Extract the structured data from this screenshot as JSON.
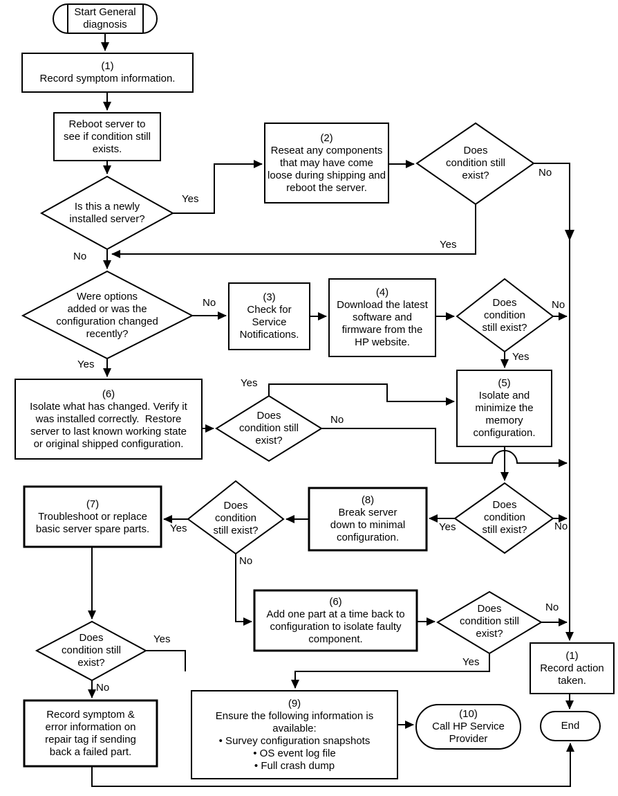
{
  "labels": {
    "yes": "Yes",
    "no": "No"
  },
  "nodes": {
    "start": {
      "lines": [
        "Start General",
        "diagnosis"
      ]
    },
    "record_symptom": {
      "lines": [
        "(1)",
        "Record symptom information."
      ]
    },
    "reboot": {
      "lines": [
        "Reboot server to",
        "see if condition still",
        "exists."
      ]
    },
    "d_new_server": {
      "lines": [
        "Is this a newly",
        "installed server?"
      ]
    },
    "reseat": {
      "lines": [
        "(2)",
        "Reseat any components",
        "that may have come",
        "loose during shipping and",
        "reboot the server."
      ]
    },
    "d_cond1": {
      "lines": [
        "Does",
        "condition still",
        "exist?"
      ]
    },
    "d_options": {
      "lines": [
        "Were options",
        "added or was the",
        "configuration changed",
        "recently?"
      ]
    },
    "check_service": {
      "lines": [
        "(3)",
        "Check for",
        "Service",
        "Notifications."
      ]
    },
    "download": {
      "lines": [
        "(4)",
        "Download the latest",
        "software and",
        "firmware from the",
        "HP website."
      ]
    },
    "d_cond2": {
      "lines": [
        "Does",
        "condition",
        "still exist?"
      ]
    },
    "isolate_memory": {
      "lines": [
        "(5)",
        "Isolate and",
        "minimize the",
        "memory",
        "configuration."
      ]
    },
    "isolate_changed": {
      "lines": [
        "(6)",
        "Isolate what has changed. Verify it",
        "was installed correctly.  Restore",
        "server to last known working state",
        "or original shipped configuration."
      ]
    },
    "d_cond3": {
      "lines": [
        "Does",
        "condition still",
        "exist?"
      ]
    },
    "troubleshoot": {
      "lines": [
        "(7)",
        "Troubleshoot or replace",
        "basic server spare parts."
      ]
    },
    "d_cond4": {
      "lines": [
        "Does",
        "condition",
        "still exist?"
      ]
    },
    "break_server": {
      "lines": [
        "(8)",
        "Break server",
        "down to minimal",
        "configuration."
      ]
    },
    "d_cond5": {
      "lines": [
        "Does",
        "condition",
        "still exist?"
      ]
    },
    "add_part": {
      "lines": [
        "(6)",
        "Add one part at a time back to",
        "configuration to isolate faulty",
        "component."
      ]
    },
    "d_cond6": {
      "lines": [
        "Does",
        "condition still",
        "exist?"
      ]
    },
    "d_cond7": {
      "lines": [
        "Does",
        "condition still",
        "exist?"
      ]
    },
    "record_tag": {
      "lines": [
        "Record symptom &",
        "error information on",
        "repair tag if sending",
        "back a failed part."
      ]
    },
    "ensure_info": {
      "lines": [
        "(9)",
        "Ensure the following information is",
        "available:",
        "• Survey configuration snapshots",
        "• OS event log file",
        "• Full crash dump"
      ]
    },
    "call_hp": {
      "lines": [
        "(10)",
        "Call HP Service",
        "Provider"
      ]
    },
    "record_action": {
      "lines": [
        "(1)",
        "Record action",
        "taken."
      ]
    },
    "end": {
      "lines": [
        "End"
      ]
    }
  },
  "colors": {
    "stroke": "#000000",
    "background": "#ffffff"
  }
}
